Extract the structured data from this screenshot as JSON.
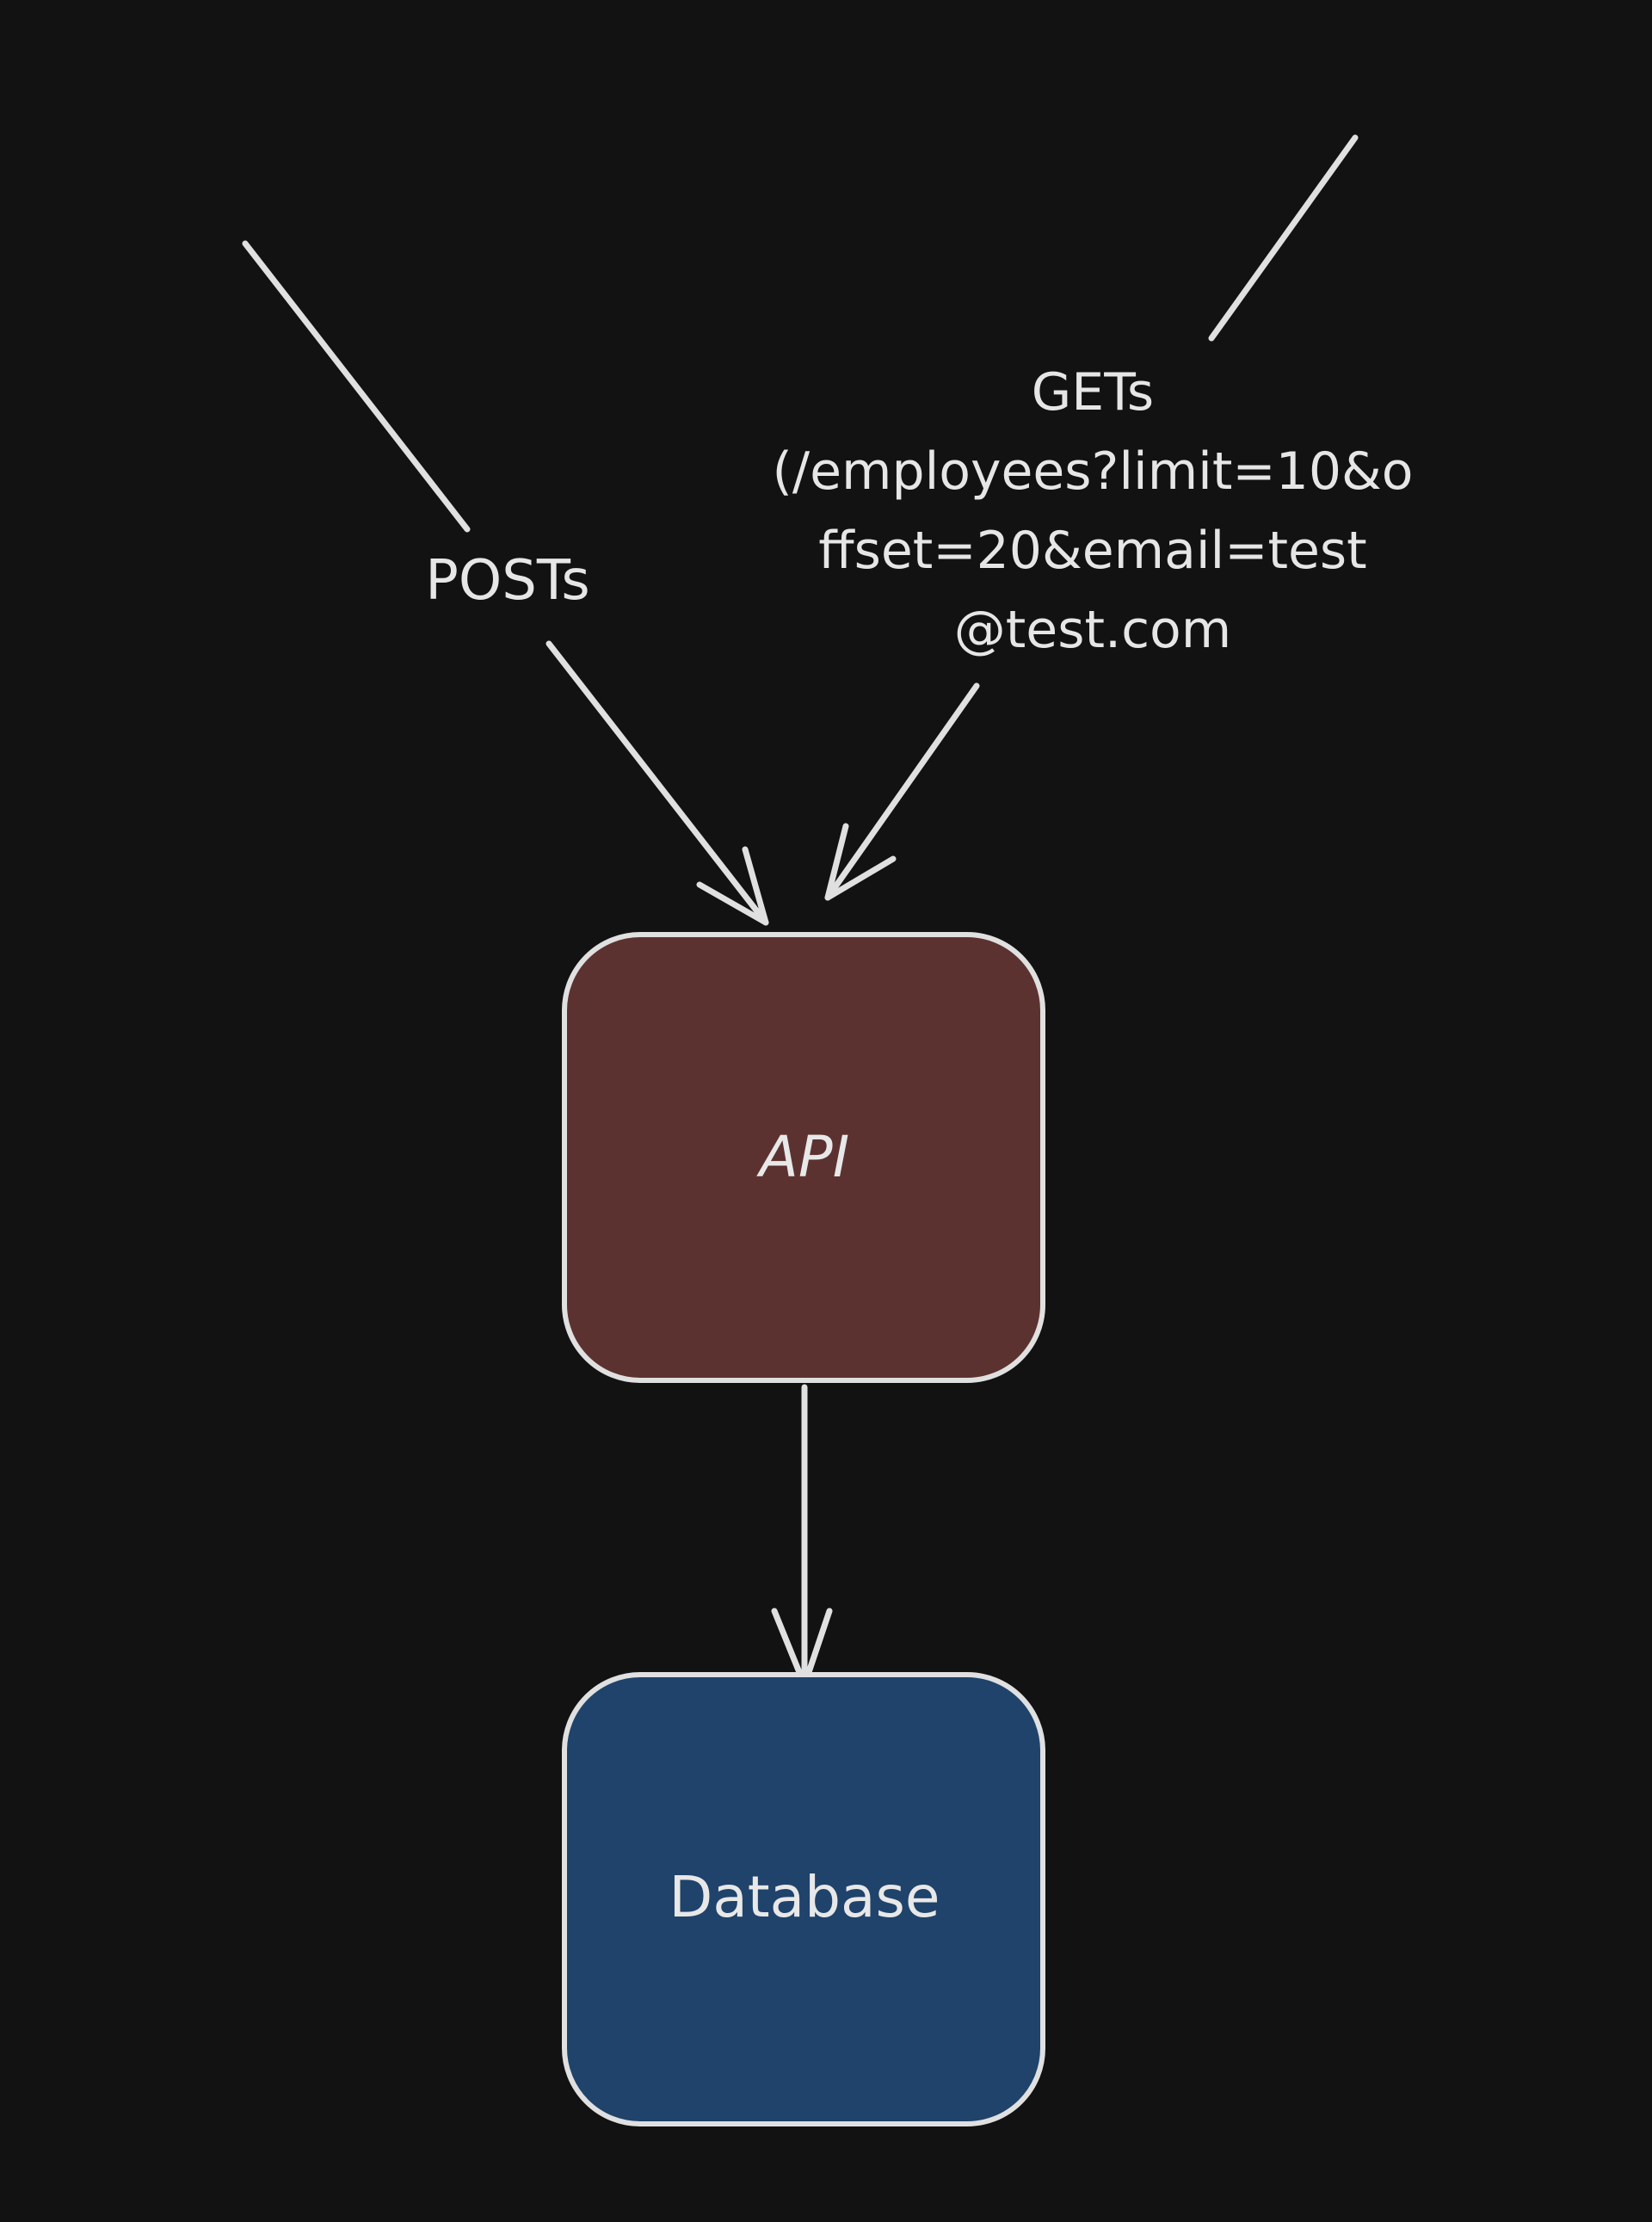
{
  "diagram": {
    "nodes": [
      {
        "id": "api",
        "label": "API",
        "fill": "#5c3230"
      },
      {
        "id": "database",
        "label": "Database",
        "fill": "#1f436b"
      }
    ],
    "edges": [
      {
        "id": "posts",
        "label": "POSTs",
        "to": "api"
      },
      {
        "id": "gets",
        "label_lines": [
          "GETs",
          "(/employees?limit=10&o",
          "ffset=20&email=test",
          "@test.com"
        ],
        "to": "api"
      },
      {
        "id": "api-to-db",
        "from": "api",
        "to": "database"
      }
    ],
    "colors": {
      "background": "#121212",
      "stroke": "#e0e0e0",
      "text": "#e6e6e6"
    }
  }
}
